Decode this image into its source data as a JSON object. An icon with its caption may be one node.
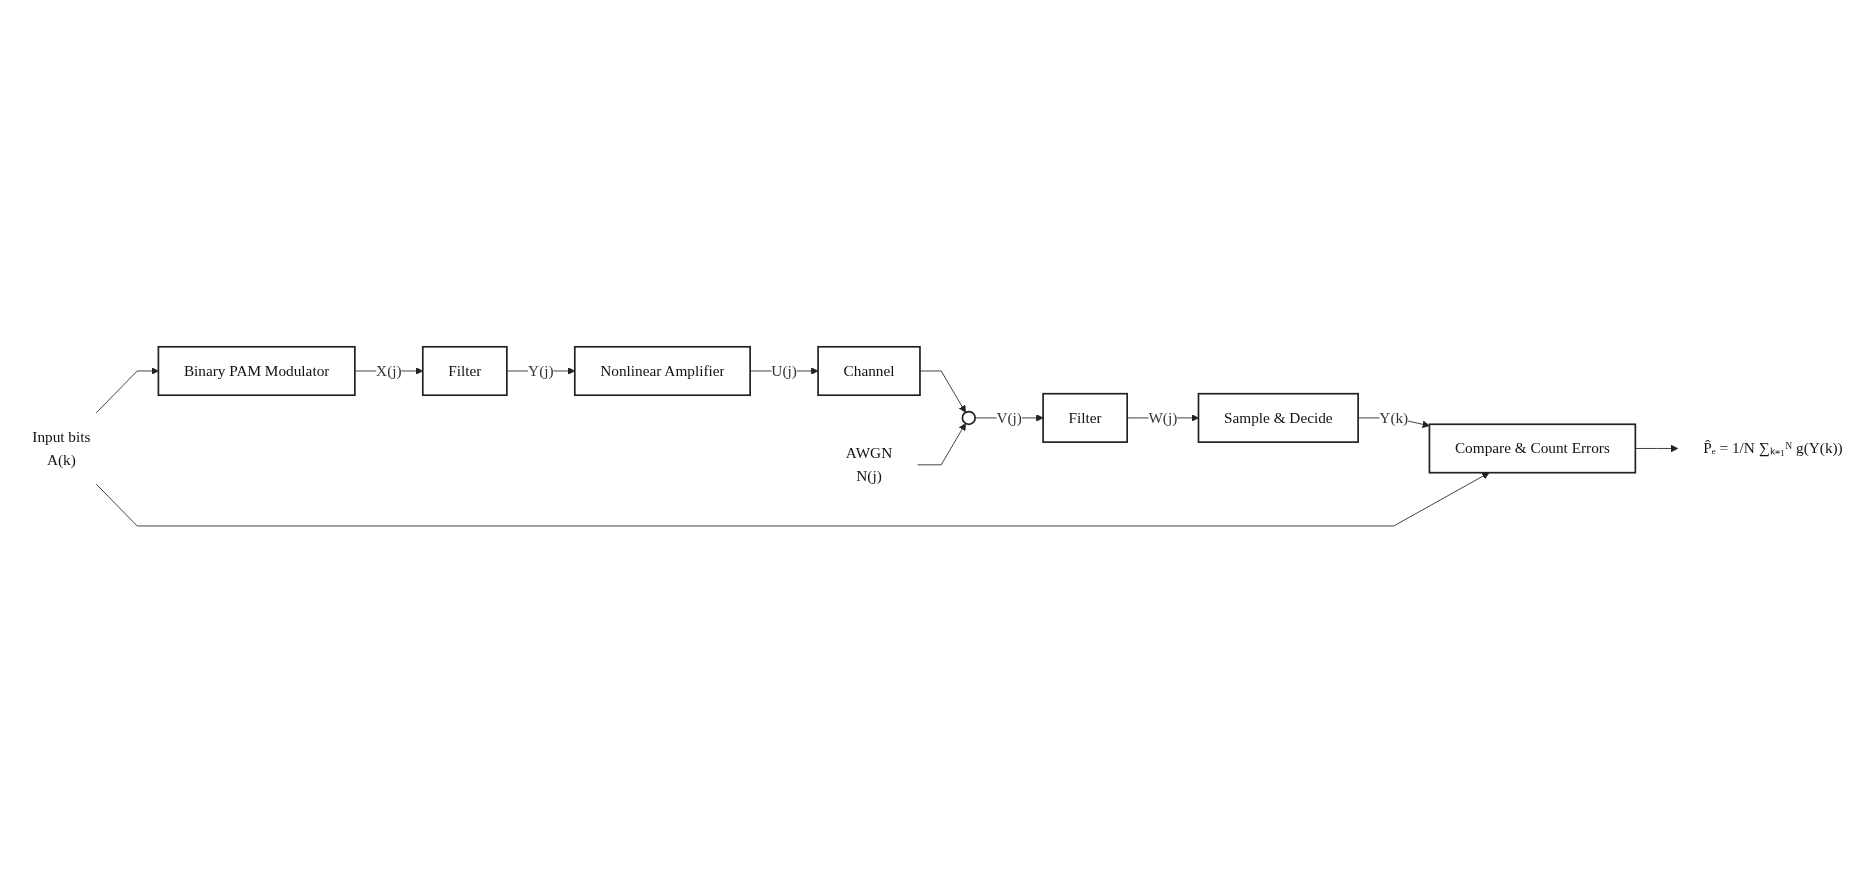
{
  "diagram": {
    "nodes": [
      {
        "text": [
          "Input bits",
          "A(k)"
        ]
      },
      {
        "text": [
          "Binary PAM Modulator"
        ]
      },
      {
        "text": [
          "Filter"
        ]
      },
      {
        "text": [
          "Nonlinear Amplifier"
        ]
      },
      {
        "text": [
          "Channel"
        ]
      },
      {
        "text": [],
        "shape": "circle"
      },
      {
        "text": [
          "AWGN",
          "N(j)"
        ]
      },
      {
        "text": [
          "Filter"
        ]
      },
      {
        "text": [
          "Sample & Decide"
        ]
      },
      {
        "text": [
          "Compare & Count Errors"
        ]
      },
      {
        "text": [
          "P̂ₑ = 1/N ∑ₖ₌₁ᴺ g(Y(k))"
        ]
      }
    ],
    "edges": [
      {
        "from": 0,
        "to": 1,
        "arrow": "to"
      },
      {
        "from": 1,
        "to": 2,
        "arrow": "to",
        "label": "X(j)"
      },
      {
        "from": 2,
        "to": 3,
        "arrow": "to",
        "label": "Y(j)"
      },
      {
        "from": 3,
        "to": 4,
        "arrow": "to",
        "label": "U(j)"
      },
      {
        "from": 4,
        "to": 5,
        "arrow": "to"
      },
      {
        "from": 6,
        "to": 5,
        "arrow": "to"
      },
      {
        "from": 5,
        "to": 7,
        "arrow": "to",
        "label": "V(j)"
      },
      {
        "from": 7,
        "to": 8,
        "arrow": "to",
        "label": "W(j)"
      },
      {
        "from": 8,
        "to": 9,
        "arrow": "to",
        "label": "Y(k)"
      },
      {
        "from": 0,
        "to": 9,
        "arrow": "to"
      },
      {
        "from": 9,
        "to": 10,
        "arrow": "to"
      }
    ]
  }
}
